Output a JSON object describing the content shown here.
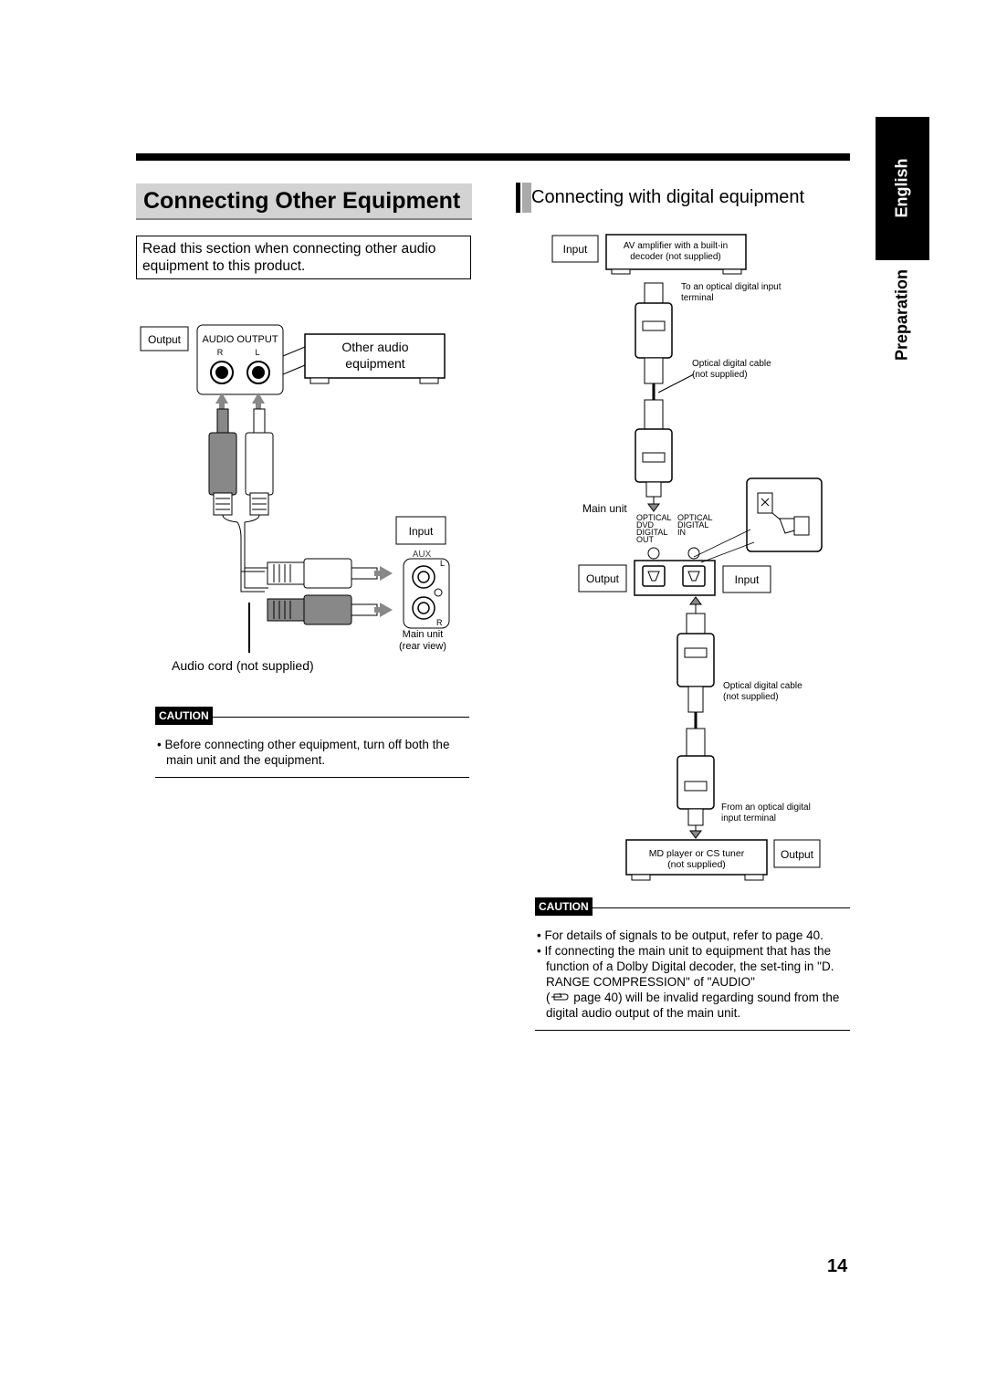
{
  "header": {
    "title": "Connecting Other Equipment",
    "intro": "Read this section when connecting other audio equipment to this product.",
    "section_title": "Connecting with digital equipment"
  },
  "side_tabs": {
    "language": "English",
    "chapter": "Preparation"
  },
  "analog_diagram": {
    "output_label": "Output",
    "audio_output_label": "AUDIO OUTPUT",
    "r_label": "R",
    "l_label": "L",
    "other_audio_line1": "Other audio",
    "other_audio_line2": "equipment",
    "input_label": "Input",
    "aux_label": "AUX",
    "aux_l": "L",
    "aux_r": "R",
    "main_unit_line1": "Main unit",
    "main_unit_line2": "(rear view)",
    "cord_label": "Audio cord (not supplied)"
  },
  "digital_diagram": {
    "input_label": "Input",
    "amp_line1": "AV amplifier with a built-in",
    "amp_line2": "decoder (not supplied)",
    "to_optical_line1": "To an optical digital input",
    "to_optical_line2": "terminal",
    "cable1_line1": "Optical digital cable",
    "cable1_line2": "(not supplied)",
    "main_unit": "Main unit",
    "optical_dvd_out": [
      "OPTICAL",
      "DVD",
      "DIGITAL",
      "OUT"
    ],
    "optical_digital_in": [
      "OPTICAL",
      "DIGITAL",
      "IN"
    ],
    "output_label": "Output",
    "input_label2": "Input",
    "cable2_line1": "Optical digital cable",
    "cable2_line2": "(not supplied)",
    "from_optical_line1": "From an optical digital",
    "from_optical_line2": "input terminal",
    "md_line1": "MD player or CS tuner",
    "md_line2": "(not supplied)",
    "output_label2": "Output"
  },
  "caution_left": {
    "badge": "CAUTION",
    "items": [
      "Before connecting other equipment, turn off both the main unit and the equipment."
    ]
  },
  "caution_right": {
    "badge": "CAUTION",
    "item1": "For details of signals to be output, refer to page 40.",
    "item2_a": "If connecting the main unit to equipment that has the function of a Dolby Digital decoder, the set-ting in \"D. RANGE COMPRESSION\" of \"AUDIO\"",
    "item2_open": "(",
    "item2_b": "page 40) will be invalid regarding sound from the digital audio output of the main unit."
  },
  "page_number": "14"
}
